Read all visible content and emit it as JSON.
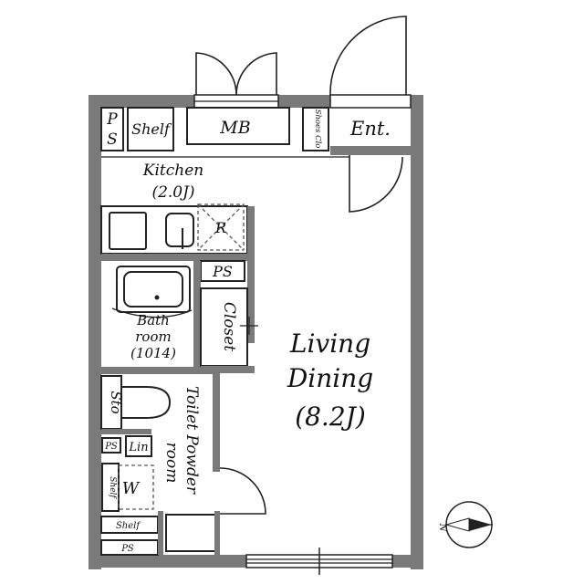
{
  "rooms": {
    "ps_top": {
      "line1": "P",
      "line2": "S"
    },
    "shelf_top": "Shelf",
    "mb": "MB",
    "shoes": "Shoes Clo",
    "entrance": "Ent.",
    "kitchen": {
      "name": "Kitchen",
      "size": "(2.0J)"
    },
    "fridge": "R",
    "ps_mid": "PS",
    "closet": "Closet",
    "bath": {
      "line1": "Bath",
      "line2": "room",
      "line3": "(1014)"
    },
    "living": {
      "line1": "Living",
      "line2": "Dining",
      "line3": "(8.2J)"
    },
    "storage": "Sto",
    "toilet_powder": {
      "line1": "Toilet Powder",
      "line2": "room"
    },
    "ps_small": "PS",
    "linen": "Lin",
    "shelf_small": "Shelf",
    "washer": "W",
    "shelf_bottom": "Shelf",
    "ps_bottom": "PS"
  },
  "compass": {
    "north_label": "N"
  }
}
